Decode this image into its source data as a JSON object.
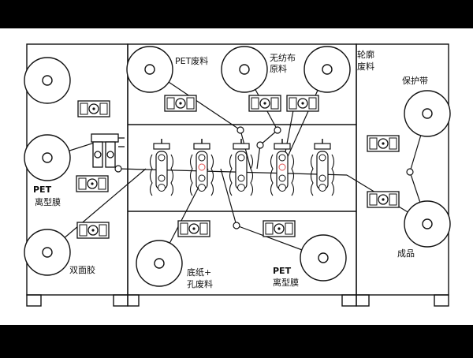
{
  "labels": {
    "pet_waste": "PET废料",
    "nonwoven_1": "无纺布",
    "nonwoven_2": "原料",
    "contour_1": "轮廓",
    "contour_2": "废料",
    "protective_tape": "保护带",
    "pet_release_left_1": "PET",
    "pet_release_left_2": "离型膜",
    "double_sided_tape": "双面胶",
    "backing_paper_1": "底纸+",
    "backing_paper_2": "孔废料",
    "pet_release_bottom_1": "PET",
    "pet_release_bottom_2": "离型膜",
    "finished_product": "成品"
  },
  "colors": {
    "background": "#000000",
    "panel": "#ffffff",
    "line": "#111111",
    "highlight": "#e05050"
  }
}
